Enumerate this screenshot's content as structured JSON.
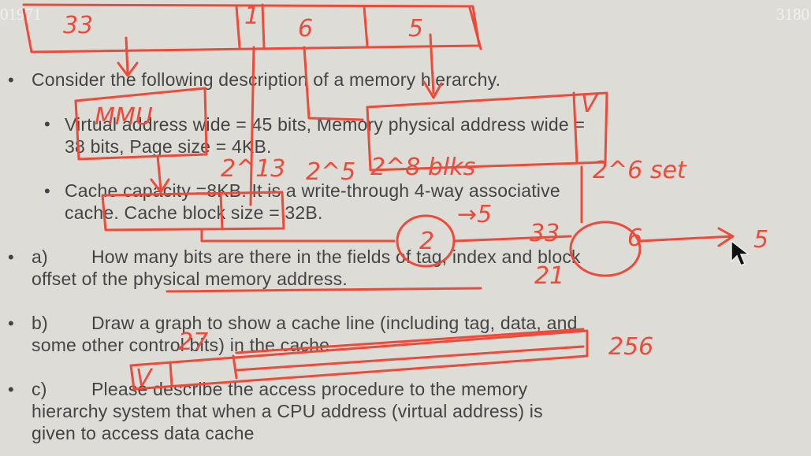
{
  "corner": {
    "left": "01971",
    "right": "3180"
  },
  "items": [
    {
      "bullet": "•",
      "text": "Consider the following description of a memory hierarchy."
    },
    {
      "bullet": "•",
      "text_line1": "Virtual address wide = 45 bits, Memory physical address wide =",
      "text_line2": "38 bits, Page size = 4KB."
    },
    {
      "bullet": "•",
      "text_line1": "Cache capacity =8KB. It is a write-through 4-way associative",
      "text_line2": "cache. Cache block size = 32B."
    },
    {
      "bullet": "•",
      "label": "a)",
      "text_line1": "How many bits are there in the fields of tag, index and block",
      "text_line2": "offset of the physical memory address."
    },
    {
      "bullet": "•",
      "label": "b)",
      "text_line1": "Draw a graph to show a cache line (including tag, data, and",
      "text_line2": "some other control bits) in the cache."
    },
    {
      "bullet": "•",
      "label": "c)",
      "text_line1": "Please describe the access procedure to the memory",
      "text_line2": "hierarchy system that when a CPU address (virtual address) is",
      "text_line3": "given to access data cache"
    }
  ],
  "handwriting": {
    "top_33": "33",
    "top_1": "1",
    "top_6": "6",
    "top_5": "5",
    "mmu": "MMU",
    "valid_v": "V",
    "two_13": "2^13",
    "two_5": "2^5",
    "two_8_blks": "2^8 blks",
    "two_6_set": "2^6 set",
    "arrow_5": "→5",
    "circle_2": "2",
    "thirty_three": "33",
    "twenty_one": "21",
    "six": "6",
    "five": "5",
    "twenty_seven": "27",
    "two_fifty_six": "256",
    "v_box": "V"
  },
  "colors": {
    "background": "#dddcd7",
    "text": "#444444",
    "ink": "#ee4a3a"
  }
}
